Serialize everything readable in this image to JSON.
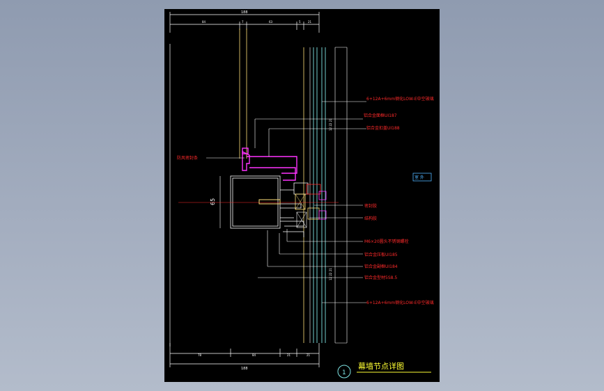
{
  "drawing": {
    "title": "幕墙节点详图",
    "detail_number": "1",
    "dimensions": {
      "top_overall": "188",
      "top_segments": [
        "84",
        "7",
        "63",
        "5",
        "21"
      ],
      "bottom_overall": "188",
      "bottom_segments": [
        "78",
        "84",
        "21",
        "21"
      ],
      "vertical_height": "65",
      "inner_small": "12 22 21"
    },
    "room_side_label": "室 外",
    "annotations": [
      "6+12A+6mm钢化LOW-E中空玻璃",
      "铝合金面框UI187",
      "铝合金扣盖UI188",
      "防风密封条",
      "密封胶",
      "结构胶",
      "M6×20圆头不锈钢螺栓",
      "铝合金压板UI185",
      "铝合金副框UI184",
      "铝合金型材5S8.5",
      "6+12A+6mm钢化LOW-E中空玻璃"
    ],
    "colors": {
      "background": "#000000",
      "outline": "#ffffff",
      "annotation": "#ff2a2a",
      "frame_magenta": "#ff33ff",
      "glass_cyan": "#7fe5e5",
      "mullion_yellow": "#ffe07a",
      "title_yellow": "#ffff33"
    }
  }
}
